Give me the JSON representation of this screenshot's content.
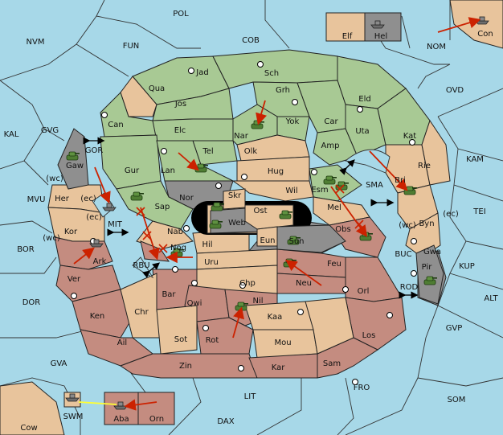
{
  "colors": {
    "sea": "#a7d8e8",
    "green_power": "#a8c994",
    "neutral": "#e8c49c",
    "red_power": "#c48c80",
    "gray_power": "#8f8f8f",
    "arrow": "#cc2200",
    "support_line": "#ffff33"
  },
  "sea_labels": {
    "POL": "POL",
    "NVM": "NVM",
    "FUN": "FUN",
    "COB": "COB",
    "NOM": "NOM",
    "OVD": "OVD",
    "KAL": "KAL",
    "GVG": "GVG",
    "KAM": "KAM",
    "TEI": "TEI",
    "MVU": "MVU",
    "BOR": "BOR",
    "DOR": "DOR",
    "KUP": "KUP",
    "ALT": "ALT",
    "GVP": "GVP",
    "GVA": "GVA",
    "FRO": "FRO",
    "SOM": "SOM",
    "LIT": "LIT",
    "DAX": "DAX",
    "Cow": "Cow",
    "GOR": "GOR",
    "MIT": "MIT",
    "RBU": "RBU",
    "SMA": "SMA",
    "BUC": "BUC",
    "ROD": "ROD"
  },
  "land_labels": {
    "Elf": "Elf",
    "Hel": "Hel",
    "Con": "Con",
    "Jad": "Jad",
    "Sch": "Sch",
    "Qua": "Qua",
    "Jos": "Jos",
    "Grh": "Grh",
    "Eld": "Eld",
    "Can": "Can",
    "Yok": "Yok",
    "Car": "Car",
    "Uta": "Uta",
    "Kat": "Kat",
    "Elc": "Elc",
    "Nar": "Nar",
    "Amp": "Amp",
    "Tel": "Tel",
    "Olk": "Olk",
    "Gaw": "Gaw",
    "Gur": "Gur",
    "Lan": "Lan",
    "Hug": "Hug",
    "Bri": "Bri",
    "Rie": "Rie",
    "Nor": "Nor",
    "Skr": "Skr",
    "Ost": "Ost",
    "Wil": "Wil",
    "Esm": "Esm",
    "Her": "Her",
    "Sap": "Sap",
    "Web": "Web",
    "Mel": "Mel",
    "Byn": "Byn",
    "Kor": "Kor",
    "Nab": "Nab",
    "Eun": "Eun",
    "Sun": "Sun",
    "Obs": "Obs",
    "Hil": "Hil",
    "Nog": "Nog",
    "Ark": "Ark",
    "Gwa": "Gwa",
    "Uru": "Uru",
    "Feu": "Feu",
    "Pir": "Pir",
    "Ver": "Ver",
    "Chp": "Chp",
    "Neu": "Neu",
    "Bar": "Bar",
    "Orl": "Orl",
    "Qwi": "Qwi",
    "Nil": "Nil",
    "Ken": "Ken",
    "Chr": "Chr",
    "Kaa": "Kaa",
    "Ail": "Ail",
    "Sot": "Sot",
    "Rot": "Rot",
    "Los": "Los",
    "Mou": "Mou",
    "Zin": "Zin",
    "Kar": "Kar",
    "Sam": "Sam",
    "SWM": "SWM",
    "Aba": "Aba",
    "Orn": "Orn"
  },
  "coast_labels": {
    "wc1": "(wc)",
    "ec1": "(ec)",
    "ec2": "(ec)",
    "wc2": "(wc)",
    "wc3": "(wc)",
    "ec3": "(ec)"
  }
}
